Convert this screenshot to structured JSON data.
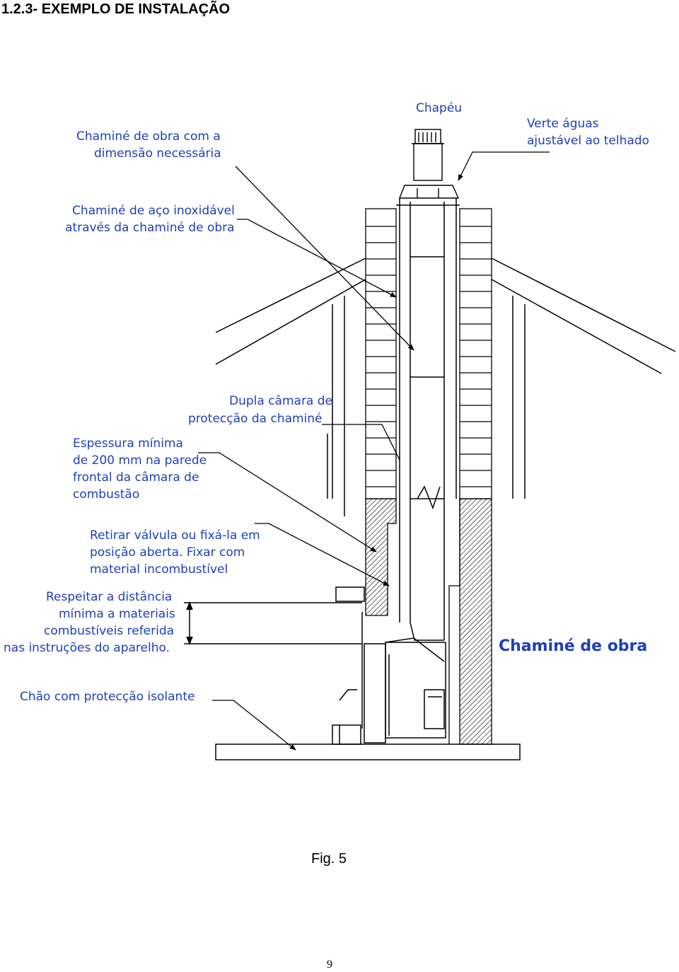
{
  "heading": "1.2.3- EXEMPLO DE INSTALAÇÃO",
  "labels": {
    "chapeu": "Chapéu",
    "verte_aguas": [
      "Verte águas",
      "ajustável ao telhado"
    ],
    "chamine_obra_dim": [
      "Chaminé de obra com a",
      "dimensão necessária"
    ],
    "chamine_aco": [
      "Chaminé de aço inoxidável",
      "através da chaminé de obra"
    ],
    "dupla_camara": [
      "Dupla câmara de",
      "protecção da chaminé"
    ],
    "espessura": [
      "Espessura mínima",
      "de 200 mm na parede",
      "frontal da câmara de",
      "combustão"
    ],
    "retirar_valvula": [
      "Retirar válvula ou fixá-la em",
      "posição aberta. Fixar com",
      "material incombustível"
    ],
    "respeitar_distancia": [
      "Respeitar a distância",
      "mínima a materiais",
      "combustíveis referida",
      "nas instruções do aparelho."
    ],
    "chao": "Chão com protecção isolante",
    "chamine_de_obra": "Chaminé de obra"
  },
  "caption": "Fig. 5",
  "page_number": "9",
  "colors": {
    "label": "#1f3fb8",
    "line": "#000000"
  }
}
